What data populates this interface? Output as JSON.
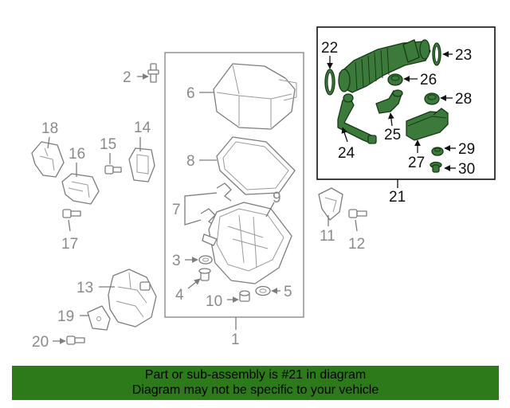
{
  "diagram": {
    "callouts": {
      "c1": "1",
      "c2": "2",
      "c3": "3",
      "c4": "4",
      "c5": "5",
      "c6": "6",
      "c7": "7",
      "c8": "8",
      "c9": "9",
      "c10": "10",
      "c11": "11",
      "c12": "12",
      "c13": "13",
      "c14": "14",
      "c15": "15",
      "c16": "16",
      "c17": "17",
      "c18": "18",
      "c19": "19",
      "c20": "20",
      "c21": "21",
      "c22": "22",
      "c23": "23",
      "c24": "24",
      "c25": "25",
      "c26": "26",
      "c27": "27",
      "c28": "28",
      "c29": "29",
      "c30": "30"
    },
    "highlight_color": "#3c7a3c"
  },
  "banner": {
    "line1": "Part or sub-assembly is #21 in diagram",
    "line2": "Diagram may not be specific to your vehicle",
    "background": "#2c7a19"
  }
}
